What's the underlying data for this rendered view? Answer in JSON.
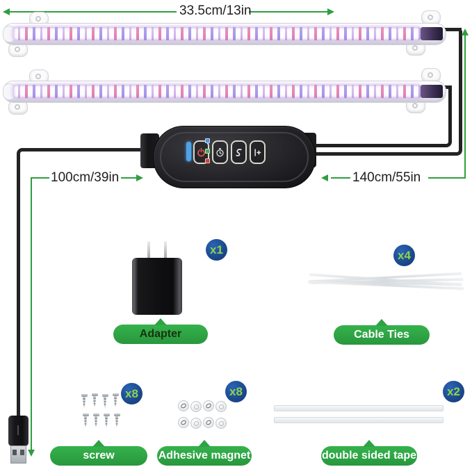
{
  "colors": {
    "accent_green": "#2f9e3f",
    "pill_green": "#2da344",
    "badge_blue": "#1c4e9c",
    "badge_text_green": "#8ed24f",
    "cable_black": "#232323",
    "led_purple": "#d9c2ef",
    "indicator_blue": "#4f94e0",
    "indicator_green": "#3fae53",
    "indicator_red": "#cf4436"
  },
  "top_dimension": {
    "label": "33.5cm/13in"
  },
  "left_dimension": {
    "label": "100cm/39in"
  },
  "right_dimension": {
    "label": "140cm/55in"
  },
  "controller": {
    "buttons": [
      {
        "icon": "power-icon"
      },
      {
        "icon": "timer-icon"
      },
      {
        "icon": "cycle-icon"
      },
      {
        "icon": "brightness-plus-icon"
      }
    ],
    "status_lights": [
      "#4f94e0",
      "#3fae53",
      "#cf4436"
    ]
  },
  "accessories": {
    "adapter": {
      "label": "Adapter",
      "qty": "x1"
    },
    "cable_ties": {
      "label": "Cable Ties",
      "qty": "x4"
    },
    "screw": {
      "label": "screw",
      "qty": "x8"
    },
    "adhesive_magnet": {
      "label": "Adhesive magnet",
      "qty": "x8"
    },
    "double_sided_tape": {
      "label": "double sided tape",
      "qty": "x2"
    }
  }
}
